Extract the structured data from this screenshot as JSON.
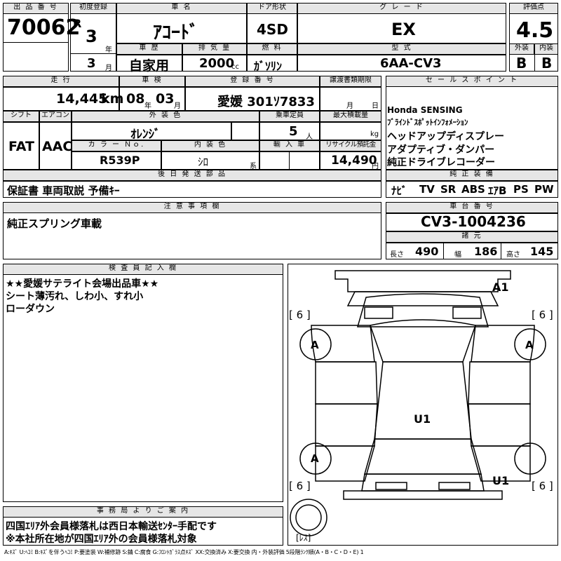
{
  "header": {
    "lot_label": "出 品 番 号",
    "lot_number": "70062",
    "first_reg_label": "初度登録",
    "era": "R",
    "reg_year": "3",
    "year_unit": "年",
    "reg_month": "3",
    "month_unit": "月",
    "car_name_label": "車 名",
    "car_name": "ｱｺｰﾄﾞ",
    "door_label": "ドア形状",
    "door_type": "4SD",
    "grade_label": "グ レ ー ド",
    "grade": "EX",
    "score_label": "評価点",
    "score": "4.5",
    "exterior_label": "外装",
    "exterior_grade": "B",
    "interior_label": "内装",
    "interior_grade": "B",
    "history_label": "車 歴",
    "history": "自家用",
    "displacement_label": "排 気 量",
    "displacement": "2000",
    "displacement_unit": "cc",
    "fuel_label": "燃 料",
    "fuel": "ｶﾞｿﾘﾝ",
    "model_label": "型 式",
    "model_code": "6AA-CV3"
  },
  "row2": {
    "mileage_label": "走 行",
    "mileage": "14,445",
    "mileage_unit": "km",
    "inspection_label": "車 検",
    "inspection_year": "08",
    "inspection_year_unit": "年",
    "inspection_month": "03",
    "inspection_month_unit": "月",
    "plate_label": "登 録 番 号",
    "plate": "愛媛 301ｿ7833",
    "transfer_label": "譲渡書類期限",
    "transfer_month_unit": "月",
    "transfer_day_unit": "日",
    "shift_label": "シフト",
    "shift": "FAT",
    "ac_label": "エアコン",
    "ac": "AAC",
    "exterior_color_label": "外 装 色",
    "exterior_color": "ｵﾚﾝｼﾞ",
    "capacity_label": "乗車定員",
    "capacity": "5",
    "capacity_unit": "人",
    "max_load_label": "最大積載量",
    "max_load_unit": "kg",
    "color_no_label": "カ ラ ー Ｎｏ.",
    "color_no": "R539P",
    "interior_color_label": "内 装 色",
    "interior_color": "ｼﾛ",
    "interior_color_unit": "系",
    "import_label": "輸 入 車",
    "recycle_label": "リサイクル預託金",
    "recycle_fee": "14,490",
    "recycle_unit": "円"
  },
  "sales_points": {
    "label": "セ ー ル ス ポ イ ン ト",
    "items": [
      "Honda SENSING",
      "ﾌﾞﾗｲﾝﾄﾞｽﾎﾟｯﾄｲﾝﾌｫﾒｰｼｮﾝ",
      "ヘッドアップディスプレー",
      "アダプティブ・ダンパー",
      "純正ドライブレコーダー"
    ]
  },
  "later_parts": {
    "label": "後 日 発 送 部 品",
    "value": "保証書 車両取説 予備ｷｰ"
  },
  "equipment": {
    "label": "純 正 装 備",
    "items": [
      "ﾅﾋﾞ",
      "TV",
      "SR",
      "ABS",
      "ｴｱB",
      "PS",
      "PW"
    ]
  },
  "notes": {
    "label": "注 意 事 項 欄",
    "value": "純正スプリング車載"
  },
  "chassis": {
    "label": "車 台 番 号",
    "value": "CV3-1004236"
  },
  "specs": {
    "label": "諸 元",
    "length_label": "長さ",
    "length": "490",
    "width_label": "幅",
    "width": "186",
    "height_label": "高さ",
    "height": "145"
  },
  "inspector": {
    "label": "検 査 員 記 入 欄",
    "lines": [
      "★★愛媛サテライト会場出品車★★",
      "シート薄汚れ、しわ小、すれ小",
      "ローダウン"
    ]
  },
  "office": {
    "label": "事 務 局 よ り ご 案 内",
    "lines": [
      "四国ｴﾘｱ外会員様落札は西日本輸送ｾﾝﾀｰ手配です",
      "※本社所在地が四国ｴﾘｱ外の会員様落札対象"
    ]
  },
  "diagram": {
    "tire_fl": "[ 6 ]",
    "tire_fr": "[ 6 ]",
    "tire_rl": "[ 6 ]",
    "tire_rr": "[ 6 ]",
    "spare": "[ﾚｽ]",
    "mark_front": "A1",
    "mark_roof": "U1",
    "mark_rear": "U1",
    "wheel_fl": "A",
    "wheel_fr": "A",
    "wheel_rl": "A"
  },
  "legend": "A:ｷｽﾞ U:ﾍｺﾐ B:ｷｽﾞを伴うﾍｺﾐ P:要塗装 W:補修跡 S:錆 C:腐食 G:ﾌﾛﾝﾄｶﾞﾗｽ点ｷｽﾞ XX:交換済み X:要交換 内・外装評価 5段階ﾗﾝｸ順(A・B・C・D・E) 1"
}
